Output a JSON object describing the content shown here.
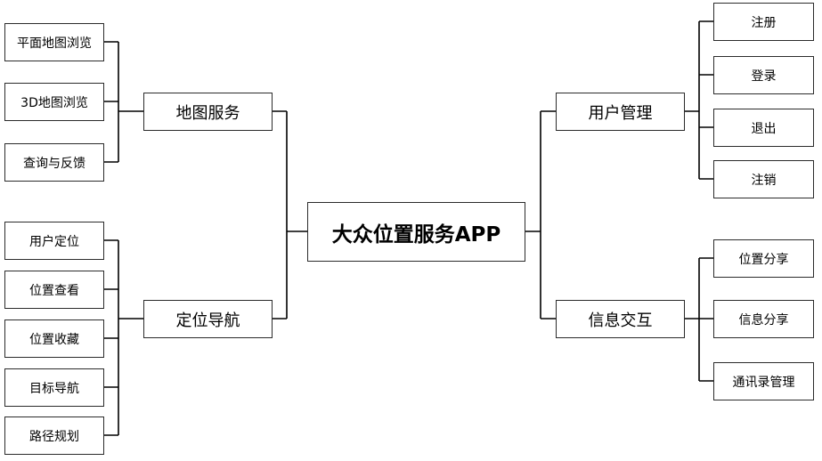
{
  "root": "大众位置服务APP",
  "map_service": {
    "label": "地图服务",
    "children": [
      "平面地图浏览",
      "3D地图浏览",
      "查询与反馈"
    ]
  },
  "location_navigation": {
    "label": "定位导航",
    "children": [
      "用户定位",
      "位置查看",
      "位置收藏",
      "目标导航",
      "路径规划"
    ]
  },
  "user_management": {
    "label": "用户管理",
    "children": [
      "注册",
      "登录",
      "退出",
      "注销"
    ]
  },
  "info_exchange": {
    "label": "信息交互",
    "children": [
      "位置分享",
      "信息分享",
      "通讯录管理"
    ]
  }
}
